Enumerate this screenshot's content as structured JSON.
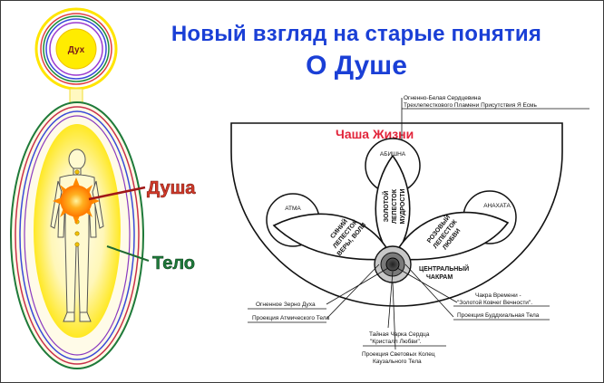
{
  "title_line1": "Новый взгляд на старые понятия",
  "title_line2": "О Душе",
  "figure": {
    "spirit": "Дух",
    "soul": "Душа",
    "body": "Тело"
  },
  "diagram": {
    "chalice_title": "Чаша Жизни",
    "top_callout": [
      "Огненно-Белая Сердцевина",
      "Трехлепесткового Пламени Присутствия Я Есмь"
    ],
    "circle_abishna": "АБИШНА",
    "circle_atma": "АТМА",
    "circle_anahata": "АНАХАТА",
    "petal_blue": [
      "СИНИЙ",
      "ЛЕПЕСТОК",
      "ВЕРЫ, ВОЛИ"
    ],
    "petal_gold": [
      "ЗОЛОТОЙ",
      "ЛЕПЕСТОК",
      "МУДРОСТИ"
    ],
    "petal_pink": [
      "РОЗОВЫЙ",
      "ЛЕПЕСТОК",
      "ЛЮБВИ"
    ],
    "central_chakra": [
      "ЦЕНТРАЛЬНЫЙ",
      "ЧАКРАМ"
    ],
    "label_fire_seed": "Огненное Зерно Духа",
    "label_atmic": "Проекция Атмического Тела",
    "label_time_chakra": [
      "Чакра Времени -",
      "\"Золотой Ковчег Вечности\"."
    ],
    "label_buddhic": "Проекция Буддхиальная Тела",
    "label_secret_chakra": [
      "Тайная Чарка Сердца",
      "\"Кристалл Любви\"."
    ],
    "label_causal": [
      "Проекция Световых Колец",
      "Каузального Тела"
    ]
  },
  "colors": {
    "title": "#1a3fd6",
    "soul_label": "#d33a2a",
    "body_label": "#1e7a3a",
    "chalice_title": "#e2243a",
    "sun": "#ff9a1a",
    "halo": "#f5e61a"
  }
}
